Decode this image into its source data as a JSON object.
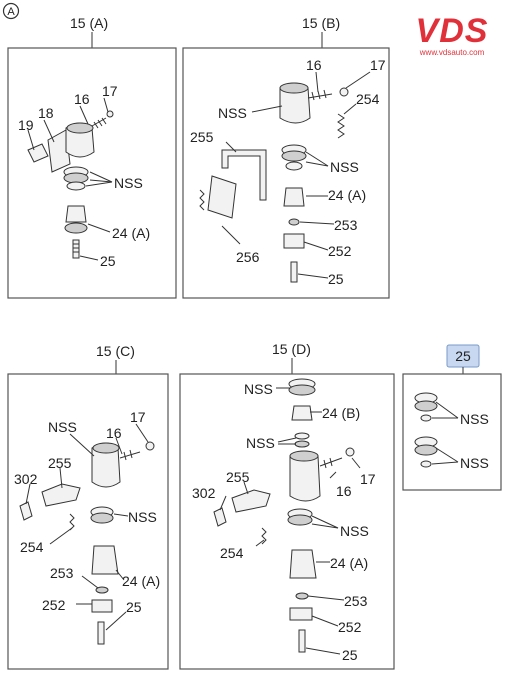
{
  "corner_mark": "A",
  "logo": {
    "brand": "VDS",
    "site": "www.vdsauto.com",
    "color": "#e0313a"
  },
  "highlight_color": "#c7d8f0",
  "panels": {
    "a": {
      "title": "15 (A)",
      "labels": {
        "p19": "19",
        "p18": "18",
        "p16": "16",
        "p17": "17",
        "nss": "NSS",
        "p24": "24 (A)",
        "p25": "25"
      }
    },
    "b": {
      "title": "15 (B)",
      "labels": {
        "p16": "16",
        "p17": "17",
        "nss1": "NSS",
        "p254": "254",
        "p255": "255",
        "nss2": "NSS",
        "p24": "24 (A)",
        "p253": "253",
        "p252": "252",
        "p256": "256",
        "p25": "25"
      }
    },
    "c": {
      "title": "15 (C)",
      "labels": {
        "nss1": "NSS",
        "p16": "16",
        "p17": "17",
        "p302": "302",
        "p255": "255",
        "nss2": "NSS",
        "p254": "254",
        "p253": "253",
        "p24": "24 (A)",
        "p252": "252",
        "p25": "25"
      }
    },
    "d": {
      "title": "15 (D)",
      "labels": {
        "nss1": "NSS",
        "p24b": "24 (B)",
        "nss2": "NSS",
        "p255": "255",
        "p302": "302",
        "p16": "16",
        "p17": "17",
        "nss3": "NSS",
        "p254": "254",
        "p24a": "24 (A)",
        "p253": "253",
        "p252": "252",
        "p25": "25"
      }
    },
    "e": {
      "title": "25",
      "labels": {
        "nss1": "NSS",
        "nss2": "NSS"
      }
    }
  }
}
